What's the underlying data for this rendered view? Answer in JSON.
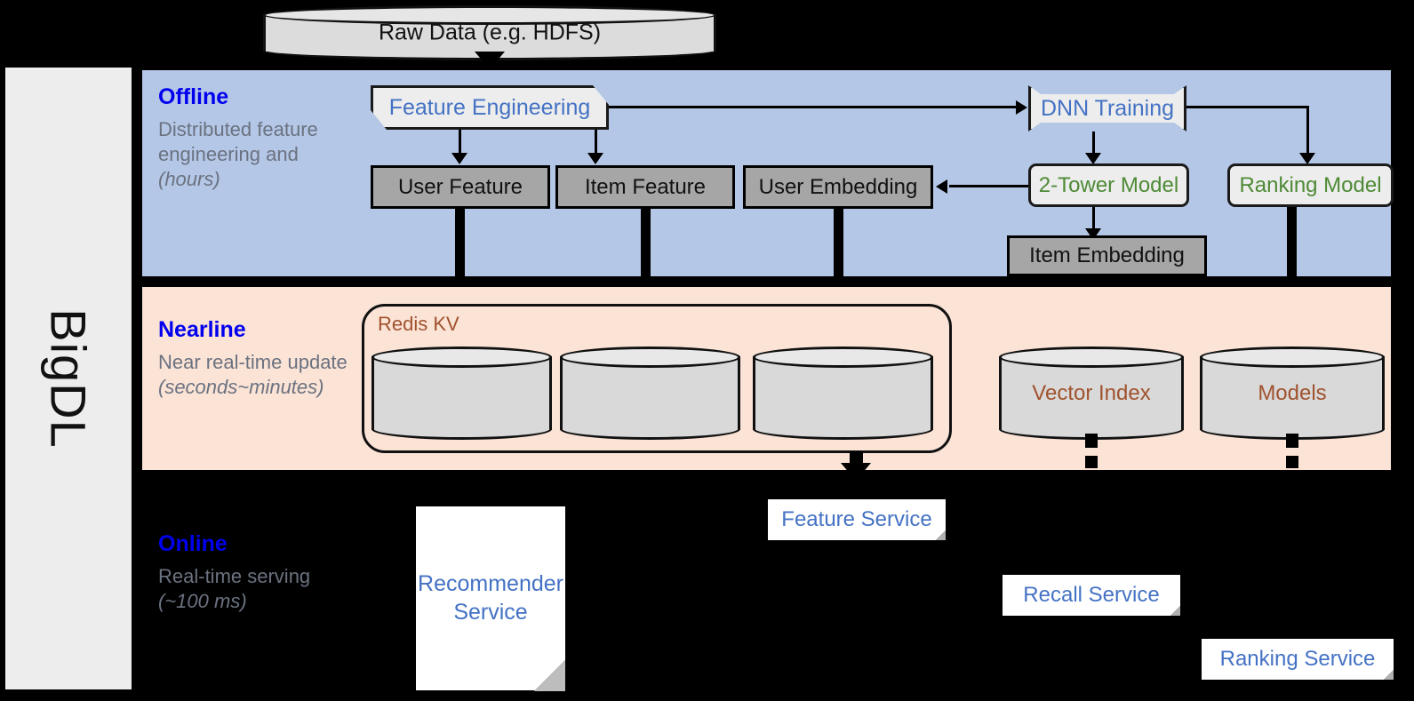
{
  "framework": {
    "name": "BigDL"
  },
  "source": {
    "label": "Raw Data (e.g. HDFS)"
  },
  "bands": {
    "offline": {
      "title": "Offline",
      "subtitle": "Distributed feature engineering and ",
      "subtitle_italic": "(hours)",
      "color": "#b4c7e7"
    },
    "nearline": {
      "title": "Nearline",
      "subtitle": "Near real-time update ",
      "subtitle_italic": "(seconds~minutes)",
      "color": "#fbe3d6"
    },
    "online": {
      "title": "Online",
      "subtitle": "Real-time serving ",
      "subtitle_italic": "(~100 ms)",
      "color": "#000000"
    }
  },
  "offline": {
    "feature_engineering": "Feature Engineering",
    "dnn_training": "DNN Training",
    "user_feature": "User Feature",
    "item_feature": "Item Feature",
    "user_embedding": "User Embedding",
    "two_tower_model": "2-Tower Model",
    "ranking_model": "Ranking Model",
    "item_embedding": "Item Embedding"
  },
  "nearline": {
    "redis_group": "Redis KV",
    "store_user_feature": "",
    "store_item_feature": "",
    "store_user_embedding": "",
    "vector_index": "Vector Index",
    "models": "Models"
  },
  "online": {
    "recommender_service": "Recommender Service",
    "feature_service": "Feature Service",
    "recall_service": "Recall Service",
    "ranking_service": "Ranking Service"
  },
  "colors": {
    "offline_band": "#b4c7e7",
    "nearline_band": "#fbe3d6",
    "online_band": "#000000",
    "grey_box": "#a6a6a6",
    "light_box": "#ededed",
    "blue_text": "#4472c4",
    "green_text": "#4e8a35",
    "brown_text": "#a0522d",
    "band_title": "#0000ee",
    "caption_text": "#6b7280",
    "rail_bg": "#ededed"
  }
}
